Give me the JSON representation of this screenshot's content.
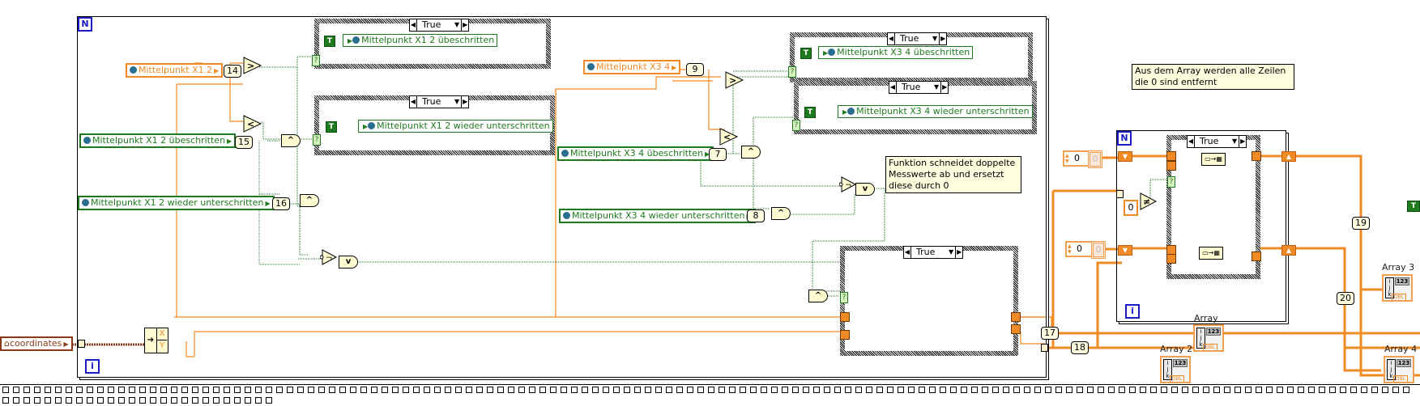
{
  "diagram": {
    "outer_loop": {
      "count_terminal": "N",
      "iteration_terminal": "i"
    },
    "inner_loop": {
      "count_terminal": "N",
      "iteration_terminal": "i"
    },
    "case_structures": [
      {
        "id": "case-x12-ueber",
        "selector": "True",
        "contents": {
          "constant": "T",
          "variable": "Mittelpunkt X1 2 übeschritten"
        }
      },
      {
        "id": "case-x12-unter",
        "selector": "True",
        "contents": {
          "constant": "T",
          "variable": "Mittelpunkt X1 2 wieder unterschritten"
        }
      },
      {
        "id": "case-x34-ueber",
        "selector": "True",
        "contents": {
          "constant": "T",
          "variable": "Mittelpunkt X3 4 übeschritten"
        }
      },
      {
        "id": "case-x34-unter",
        "selector": "True",
        "contents": {
          "constant": "T",
          "variable": "Mittelpunkt X3 4 wieder unterschritten"
        }
      },
      {
        "id": "case-main",
        "selector": "True"
      },
      {
        "id": "case-inner",
        "selector": "True"
      }
    ],
    "global_vars": {
      "x12": "Mittelpunkt X1 2",
      "x12_ueber": "Mittelpunkt X1 2 übeschritten",
      "x12_unter": "Mittelpunkt X1 2 wieder unterschritten",
      "x34": "Mittelpunkt X3 4",
      "x34_ueber": "Mittelpunkt X3 4 übeschritten",
      "x34_unter": "Mittelpunkt X3 4 wieder unterschritten",
      "coordinates": "coordinates"
    },
    "labels": {
      "n14": "14",
      "n15": "15",
      "n16": "16",
      "n9": "9",
      "n7": "7",
      "n8": "8",
      "n17": "17",
      "n18": "18",
      "n19": "19",
      "n20": "20"
    },
    "operators": {
      "gt": ">",
      "lt": "<",
      "and": "^",
      "or": "v",
      "not": "¬",
      "neq": "≠"
    },
    "bundle": {
      "x": "X",
      "y": "Y"
    },
    "comments": {
      "doppelte": "Funktion schneidet doppelte Messwerte ab und ersetzt diese durch 0",
      "zeilen": "Aus dem Array werden alle Zeilen die 0 sind entfernt"
    },
    "numeric_controls": [
      {
        "value": "0",
        "indicator": "0"
      },
      {
        "value": "0",
        "indicator": "0"
      }
    ],
    "constant_zero": "0",
    "array_indicators": [
      {
        "label": "Array",
        "type": "DBL",
        "value_label": "123"
      },
      {
        "label": "Array 2",
        "type": "DBL",
        "value_label": "123"
      },
      {
        "label": "Array 3",
        "type": "DBL",
        "value_label": "123"
      },
      {
        "label": "Array 4",
        "type": "DBL",
        "value_label": "123"
      }
    ],
    "bool_constant": "T",
    "selector_q": "?",
    "index_letters": {
      "i": "i",
      "j": "j",
      "k": "k"
    }
  },
  "colors": {
    "numeric_wire": "#f08a24",
    "boolean_wire": "#1f7a1f",
    "loop_terminal": "#1a1ac8",
    "comment_bg": "#ffffe0",
    "cluster_wire": "#8a3a1a"
  }
}
